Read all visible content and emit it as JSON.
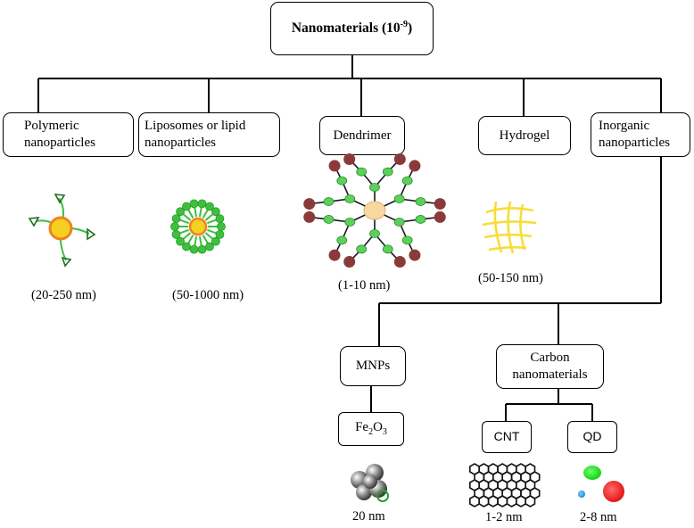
{
  "root": {
    "label": "Nanomaterials (10",
    "exponent": "-9",
    "close": ")"
  },
  "categories": [
    {
      "line1": "Polymeric",
      "line2": "nanoparticles",
      "size": "(20-250 nm)"
    },
    {
      "line1": "Liposomes or lipid",
      "line2": "nanoparticles",
      "size": "(50-1000 nm)"
    },
    {
      "line1": "Dendrimer",
      "size": "(1-10 nm)"
    },
    {
      "line1": "Hydrogel",
      "size": "(50-150 nm)"
    },
    {
      "line1": "Inorganic",
      "line2": "nanoparticles"
    }
  ],
  "inorganic": {
    "mnps": {
      "label": "MNPs",
      "formula": {
        "fe": "Fe",
        "sub1": "2",
        "o": "O",
        "sub2": "3"
      },
      "size": "20 nm"
    },
    "carbon": {
      "line1": "Carbon",
      "line2": "nanomaterials",
      "cnt": {
        "label": "CNT",
        "size": "1-2 nm"
      },
      "qd": {
        "label": "QD",
        "size": "2-8 nm"
      }
    }
  },
  "colors": {
    "line": "#000000",
    "green": "#3fbf3f",
    "orange": "#f0a030",
    "maroon": "#8b3a3a",
    "yellow": "#f4e04a",
    "red": "#e02020"
  }
}
